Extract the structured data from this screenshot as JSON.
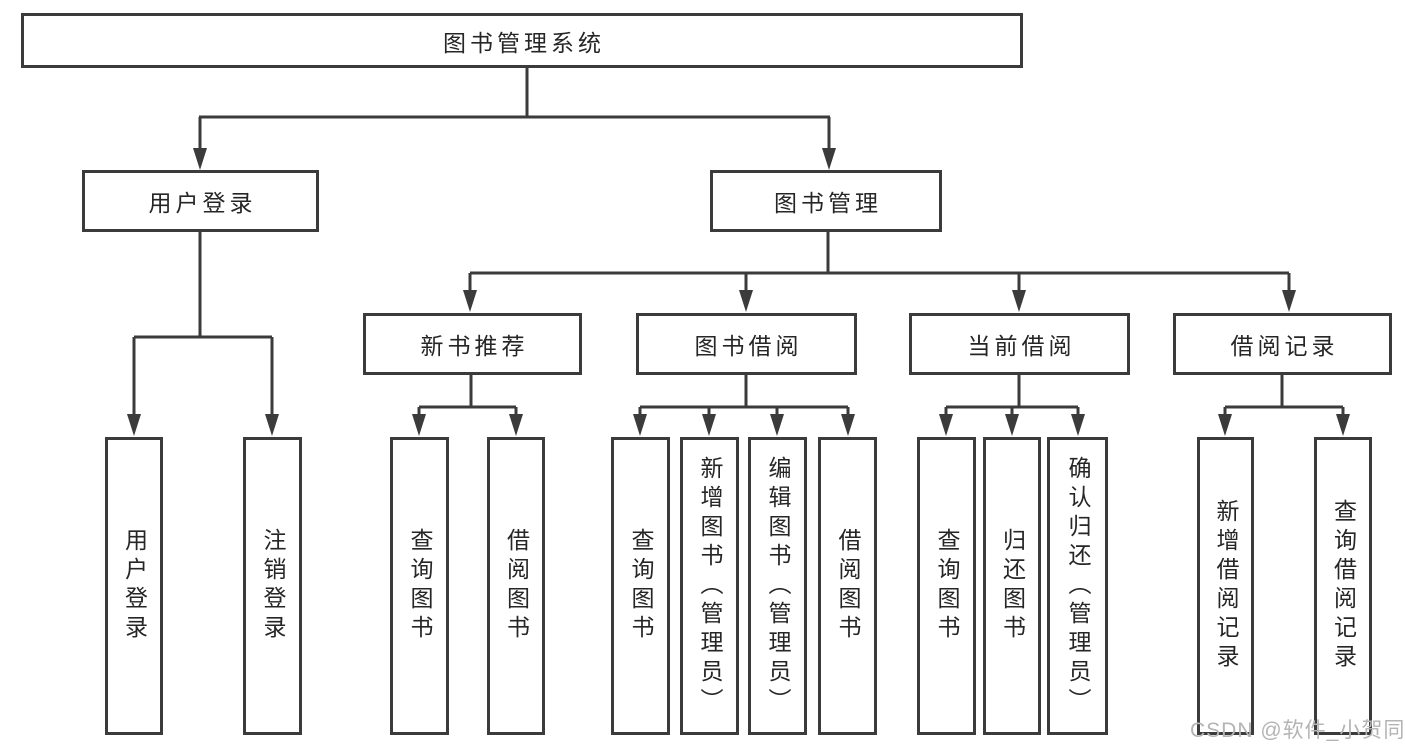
{
  "tree": {
    "label": "图书管理系统",
    "children": [
      {
        "label": "用户登录",
        "children": [
          {
            "label": "用户登录"
          },
          {
            "label": "注销登录"
          }
        ]
      },
      {
        "label": "图书管理",
        "children": [
          {
            "label": "新书推荐",
            "children": [
              {
                "label": "查询图书"
              },
              {
                "label": "借阅图书"
              }
            ]
          },
          {
            "label": "图书借阅",
            "children": [
              {
                "label": "查询图书"
              },
              {
                "label": "新增图书（管理员）"
              },
              {
                "label": "编辑图书（管理员）"
              },
              {
                "label": "借阅图书"
              }
            ]
          },
          {
            "label": "当前借阅",
            "children": [
              {
                "label": "查询图书"
              },
              {
                "label": "归还图书"
              },
              {
                "label": "确认归还（管理员）"
              }
            ]
          },
          {
            "label": "借阅记录",
            "children": [
              {
                "label": "新增借阅记录"
              },
              {
                "label": "查询借阅记录"
              }
            ]
          }
        ]
      }
    ]
  },
  "watermark": {
    "text": "CSDN @软件_小贺同学"
  },
  "colors": {
    "line": "#3b3b3b",
    "text": "#262626",
    "background": "#ffffff",
    "watermark": "#b4b4b4"
  }
}
